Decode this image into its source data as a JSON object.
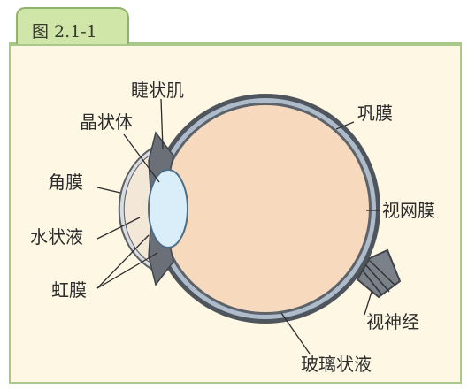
{
  "figure": {
    "tab_label": "图 2.1-1"
  },
  "labels": {
    "ciliary_muscle": "睫状肌",
    "lens": "晶状体",
    "cornea": "角膜",
    "aqueous_humor": "水状液",
    "iris": "虹膜",
    "sclera": "巩膜",
    "retina": "视网膜",
    "optic_nerve": "视神经",
    "vitreous_humor": "玻璃状液"
  },
  "colors": {
    "tab_fill": "#cfe6a8",
    "frame_background": "#fdf7e4",
    "frame_border": "#a9c98a",
    "eyeball_fill": "#f7d9bd",
    "lens_fill": "#d9eef8",
    "outer_layer": "#5a5f66",
    "pigment_layer": "#a9b4c2"
  }
}
